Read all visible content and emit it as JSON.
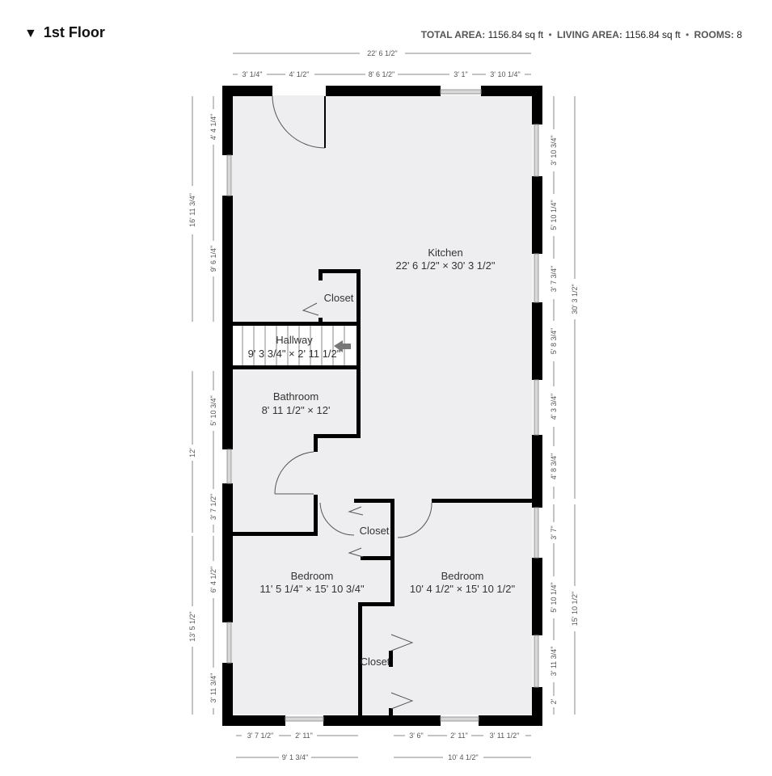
{
  "header": {
    "floor_title": "1st Floor",
    "collapse_icon": "triangle-down-icon",
    "total_area_label": "TOTAL AREA:",
    "total_area_value": "1156.84 sq ft",
    "living_area_label": "LIVING AREA:",
    "living_area_value": "1156.84 sq ft",
    "rooms_label": "ROOMS:",
    "rooms_value": "8",
    "separator": "•"
  },
  "rooms": {
    "kitchen": {
      "name": "Kitchen",
      "size": "22' 6 1/2\" × 30' 3 1/2\""
    },
    "closet_top": {
      "name": "Closet"
    },
    "hallway": {
      "name": "Hallway",
      "size": "9' 3 3/4\" × 2' 11 1/2\""
    },
    "bathroom": {
      "name": "Bathroom",
      "size": "8' 11 1/2\" × 12'"
    },
    "closet_mid": {
      "name": "Closet"
    },
    "bedroom_left": {
      "name": "Bedroom",
      "size": "11' 5 1/4\" × 15' 10 3/4\""
    },
    "bedroom_right": {
      "name": "Bedroom",
      "size": "10' 4 1/2\" × 15' 10 1/2\""
    },
    "closet_bottom": {
      "name": "Closet"
    }
  },
  "dimensions": {
    "top_overall": "22' 6 1/2\"",
    "top_segments": [
      "3' 1/4\"",
      "4' 1/2\"",
      "8' 6 1/2\"",
      "3' 1\"",
      "3' 10 1/4\""
    ],
    "left_overall_kitchen": "16' 11 3/4\"",
    "left_kitchen_segments": [
      "4' 4 1/4\"",
      "9' 6 1/4\""
    ],
    "left_overall_bath": "12'",
    "left_bath_segments": [
      "5' 10 3/4\"",
      "3' 7 1/2\""
    ],
    "left_overall_bedroom": "13' 5 1/2\"",
    "left_bedroom_segments": [
      "6' 4 1/2\"",
      "3' 11 3/4\""
    ],
    "right_overall_kitchen": "30' 3 1/2\"",
    "right_kitchen_segments": [
      "3' 10 3/4\"",
      "5' 10 1/4\"",
      "3' 7 3/4\"",
      "5' 8 3/4\"",
      "4' 3 3/4\"",
      "4' 8 3/4\""
    ],
    "right_overall_bedroom": "15' 10 1/2\"",
    "right_bedroom_segments": [
      "3' 7\"",
      "5' 10 1/4\"",
      "3' 11 3/4\"",
      "2'"
    ],
    "bottom_left_segments": [
      "3' 7 1/2\"",
      "2' 11\""
    ],
    "bottom_left_overall": "9' 1 3/4\"",
    "bottom_right_segments": [
      "3' 6\"",
      "2' 11\"",
      "3' 11 1/2\""
    ],
    "bottom_right_overall": "10' 4 1/2\""
  },
  "colors": {
    "wall": "#000000",
    "floor": "#eeeef0",
    "window": "#c8c8c8",
    "dimension": "#777777",
    "stairs": "#ffffff"
  }
}
